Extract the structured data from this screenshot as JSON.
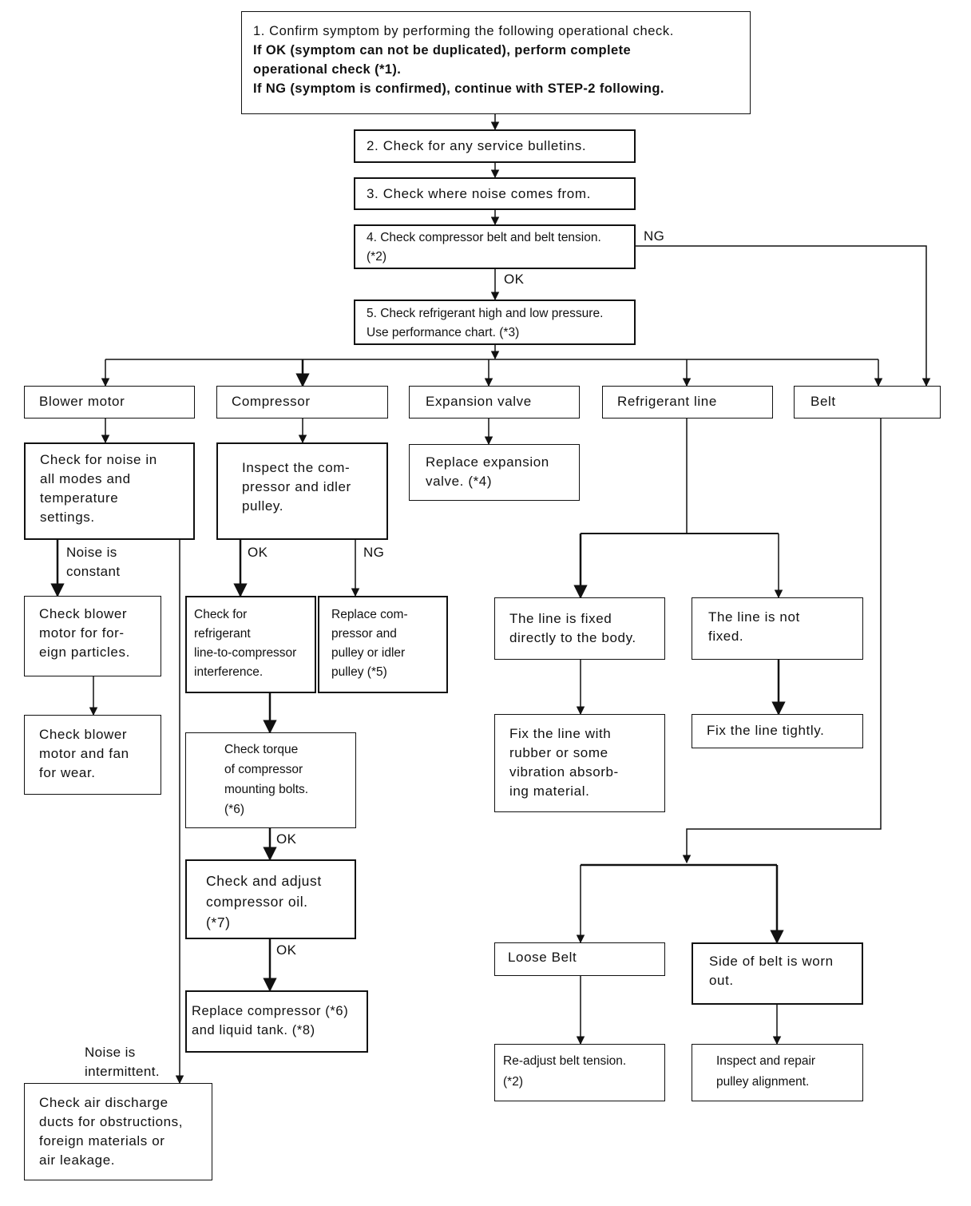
{
  "diagram": {
    "step1": {
      "line1": "1. Confirm symptom by performing the following operational check.",
      "line2": "If OK (symptom can not be duplicated), perform complete",
      "line3": "operational check (*1).",
      "line4": "If NG (symptom is confirmed), continue with STEP-2 following."
    },
    "step2": "2. Check for any service bulletins.",
    "step3": "3. Check where noise comes from.",
    "step4": {
      "line1": "4. Check compressor belt and belt tension.",
      "line2": "(*2)"
    },
    "step5": {
      "line1": "5. Check refrigerant high and low pressure.",
      "line2": "Use performance chart. (*3)"
    },
    "categories": {
      "blower_motor": "Blower motor",
      "compressor": "Compressor",
      "expansion_valve": "Expansion valve",
      "refrigerant_line": "Refrigerant line",
      "belt": "Belt"
    },
    "blower": {
      "check_noise": [
        "Check for noise in",
        "all modes and",
        "temperature",
        "settings."
      ],
      "check_particles": [
        "Check blower",
        "motor for for-",
        "eign particles."
      ],
      "check_wear": [
        "Check blower",
        "motor and fan",
        "for wear."
      ],
      "check_ducts": [
        "Check air discharge",
        "ducts for obstructions,",
        "foreign materials or",
        "air leakage."
      ]
    },
    "compressor": {
      "inspect": [
        "Inspect the com-",
        "pressor and idler",
        "pulley."
      ],
      "check_interference": [
        "Check for",
        "refrigerant",
        "line-to-compressor",
        "interference."
      ],
      "replace_pulley": [
        "Replace com-",
        "pressor and",
        "pulley or idler",
        "pulley (*5)"
      ],
      "check_torque": [
        "Check torque",
        "of compressor",
        "mounting bolts.",
        "(*6)"
      ],
      "check_oil": [
        "Check and adjust",
        "compressor oil.",
        "(*7)"
      ],
      "replace_tank": [
        "Replace compressor (*6)",
        "and liquid tank. (*8)"
      ]
    },
    "expansion": {
      "replace": [
        "Replace expansion",
        "valve. (*4)"
      ]
    },
    "refrigerant": {
      "fixed": [
        "The line is fixed",
        "directly to the body."
      ],
      "not_fixed": [
        "The line is not",
        "fixed."
      ],
      "fix_rubber": [
        "Fix the line with",
        "rubber or some",
        "vibration absorb-",
        "ing material."
      ],
      "fix_tight": [
        "Fix the line tightly."
      ]
    },
    "belt_branch": {
      "loose": [
        "Loose Belt"
      ],
      "worn": [
        "Side of belt is worn",
        "out."
      ],
      "readjust": [
        "Re-adjust belt tension.",
        "(*2)"
      ],
      "inspect_pulley": [
        "Inspect and repair",
        "pulley alignment."
      ]
    },
    "labels": {
      "ng": "NG",
      "ok": "OK",
      "noise_constant": [
        "Noise is",
        "constant"
      ],
      "noise_intermittent": [
        "Noise is",
        "intermittent."
      ]
    }
  }
}
